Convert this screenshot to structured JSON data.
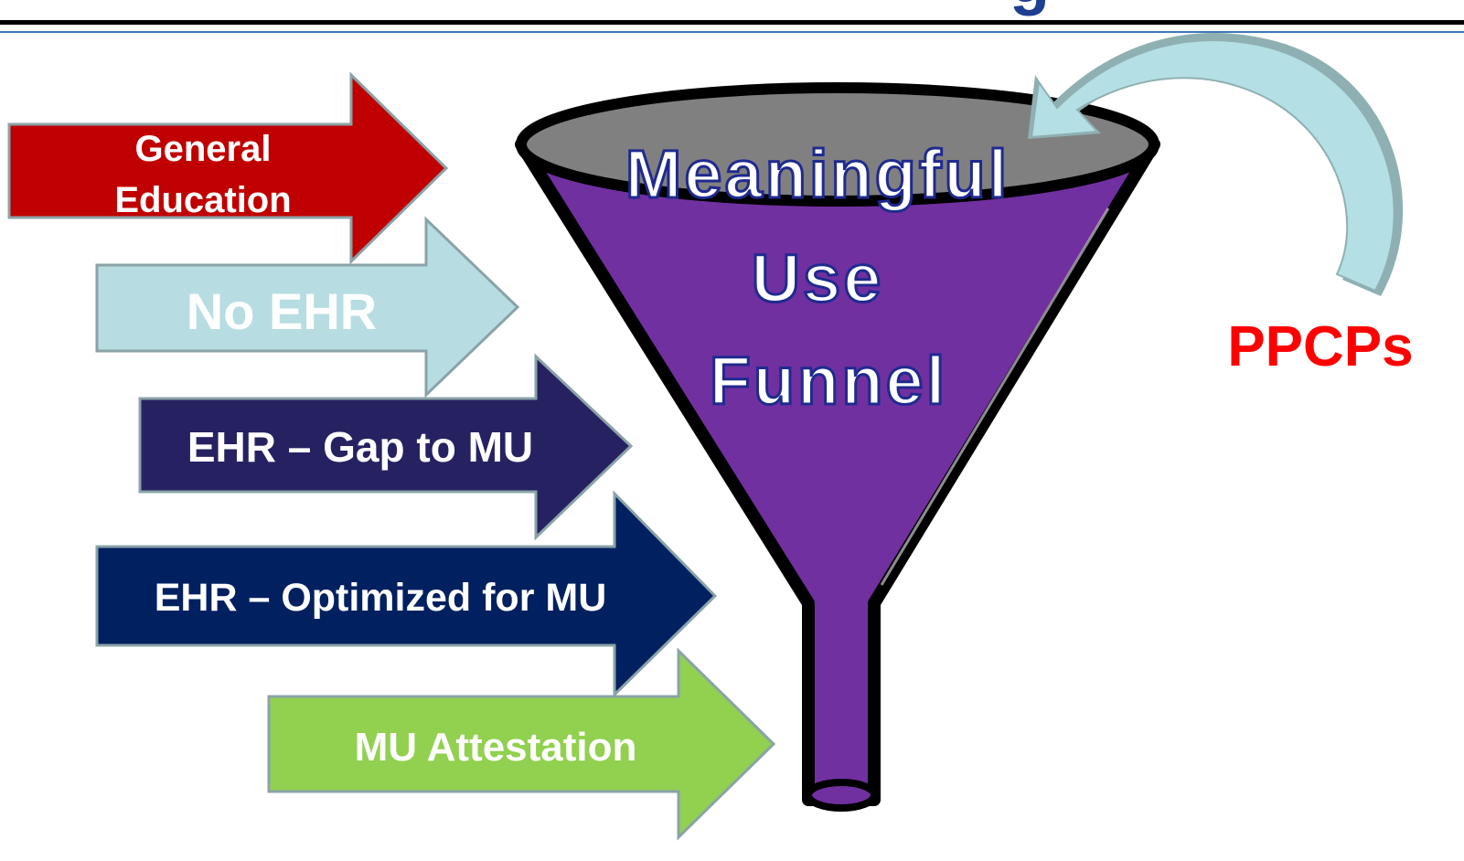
{
  "header": {
    "partial_title_glyph": "g"
  },
  "colors": {
    "header_rule_dark": "#000000",
    "header_rule_accent": "#3f77b6",
    "general_education_fill": "#c00000",
    "no_ehr_fill": "#b7dde2",
    "ehr_gap_fill": "#262262",
    "ehr_optimized_fill": "#002060",
    "mu_attestation_fill": "#92d050",
    "arrow_border": "#8aa3a8",
    "funnel_body": "#7030a0",
    "funnel_rim_top": "#808080",
    "funnel_outline": "#000000",
    "funnel_title_text": "#ffffff",
    "funnel_title_outline": "#1f2a8f",
    "curved_arrow_fill": "#b4dfe4",
    "curved_arrow_shadow": "#8fb0b2",
    "ppcps_text": "#ff0000"
  },
  "arrows": [
    {
      "key": "general_education",
      "lines": [
        "General",
        "Education"
      ]
    },
    {
      "key": "no_ehr",
      "lines": [
        "No EHR"
      ]
    },
    {
      "key": "ehr_gap",
      "lines": [
        "EHR – Gap to MU"
      ]
    },
    {
      "key": "ehr_optimized",
      "lines": [
        "EHR – Optimized for MU"
      ]
    },
    {
      "key": "mu_attestation",
      "lines": [
        "MU Attestation"
      ]
    }
  ],
  "funnel": {
    "title_lines": [
      "Meaningful",
      "Use",
      "Funnel"
    ]
  },
  "side_label": "PPCPs"
}
